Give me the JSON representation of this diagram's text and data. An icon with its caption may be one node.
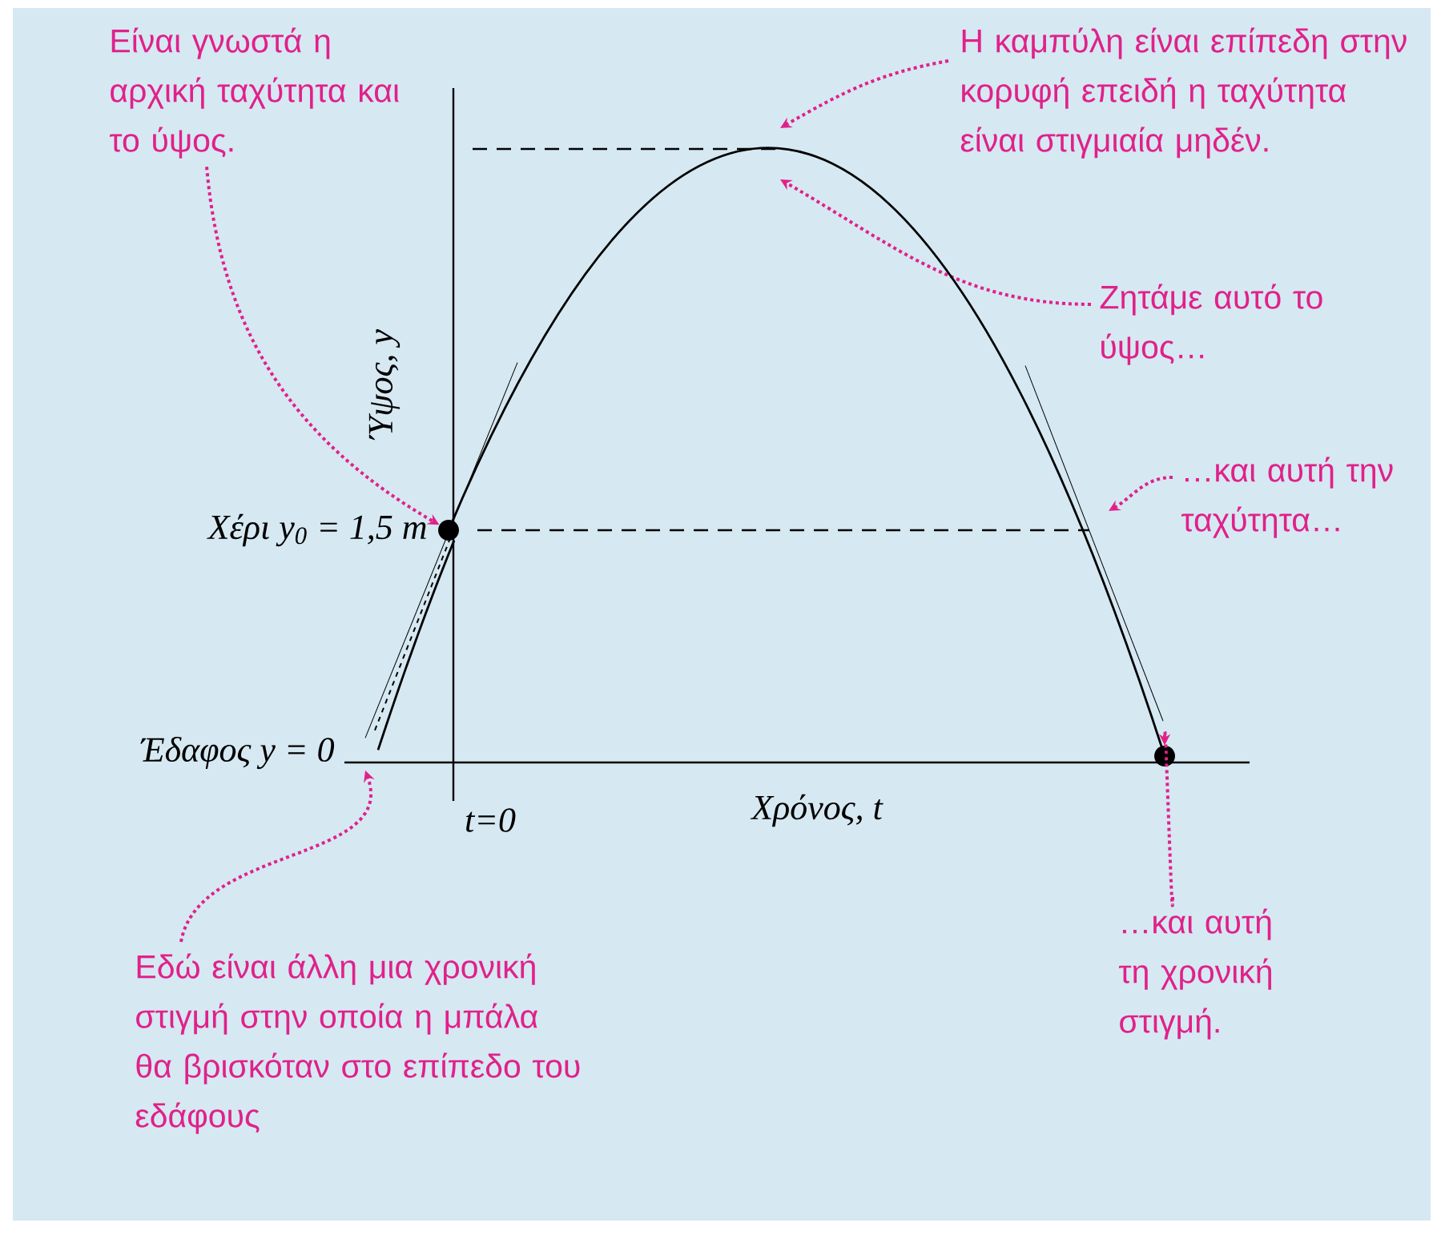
{
  "diagram": {
    "nodes": [
      {
        "text": [
          "Είναι γνωστά η αρχική ταχύτητα και το ύψος."
        ]
      },
      {
        "text": [
          "Η καμπύλη είναι επίπεδη στην κορυφή επειδή η ταχύτητα είναι στιγμιαία μηδέν."
        ]
      },
      {
        "text": [
          "Ζητάμε αυτό το ύψος…"
        ]
      },
      {
        "text": [
          "…και αυτή την ταχύτητα…"
        ]
      },
      {
        "text": [
          "Εδώ είναι άλλη μια χρονική στιγμή στην οποία η μπάλα θα βρισκόταν στο επίπεδο του εδάφους"
        ]
      },
      {
        "text": [
          "…και αυτή τη χρονική στιγμή."
        ]
      },
      {
        "text": [],
        "shape": "circle"
      },
      {
        "text": [],
        "shape": "circle"
      }
    ],
    "edges": [
      {
        "from": 0,
        "to": 6,
        "arrow": "to",
        "style": "dashed"
      },
      {
        "from": 1,
        "to": null,
        "arrow": "to",
        "style": "dashed"
      },
      {
        "from": 2,
        "to": null,
        "arrow": "to",
        "style": "dashed"
      },
      {
        "from": 3,
        "to": null,
        "arrow": "to",
        "style": "dashed"
      },
      {
        "from": 4,
        "to": null,
        "arrow": "to",
        "style": "dashed"
      },
      {
        "from": 5,
        "to": 7,
        "arrow": "to",
        "style": "dashed"
      },
      {
        "from": 6,
        "to": 7,
        "arrow": "none",
        "color": "#000000"
      }
    ],
    "labels": [
      "Ύψος, y",
      "Χέρι y$_{0}$ = 1,5 m",
      "Έδαφος y = 0",
      "t=0",
      "Χρόνος, t"
    ]
  }
}
